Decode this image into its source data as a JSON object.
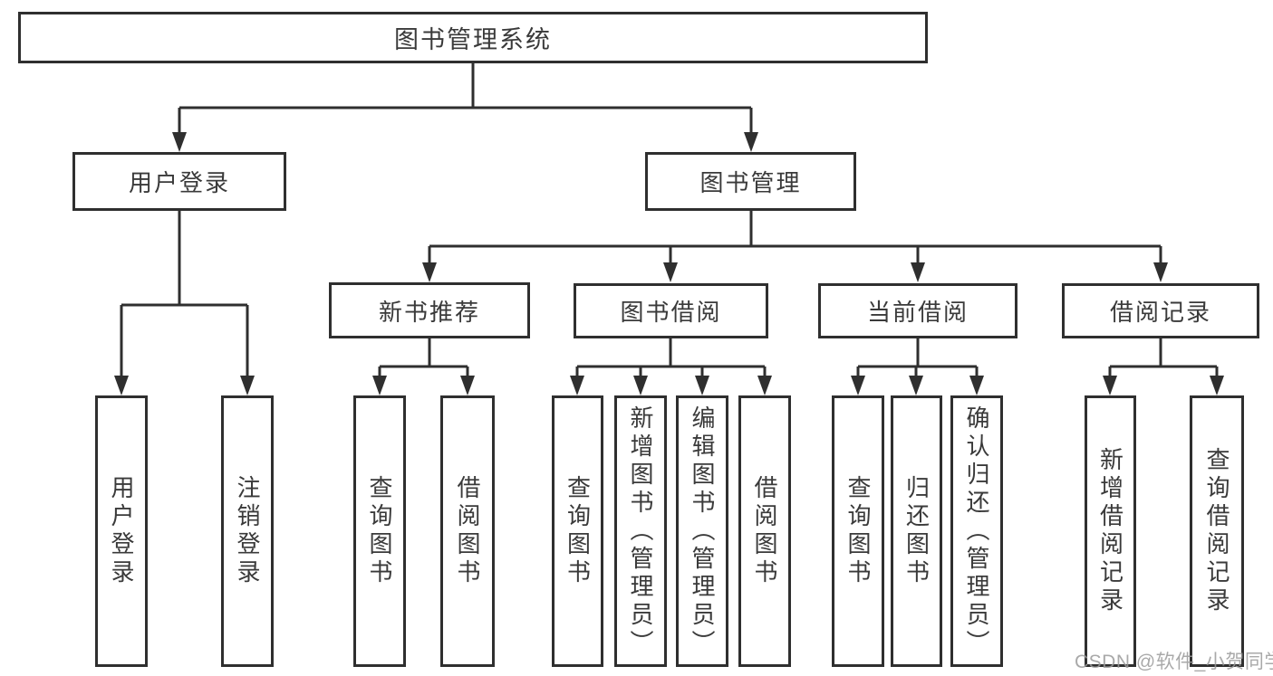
{
  "tree": {
    "root": {
      "label": "图书管理系统"
    },
    "level2": [
      {
        "label": "用户登录"
      },
      {
        "label": "图书管理"
      }
    ],
    "level3": [
      {
        "label": "新书推荐"
      },
      {
        "label": "图书借阅"
      },
      {
        "label": "当前借阅"
      },
      {
        "label": "借阅记录"
      }
    ],
    "leaves": {
      "user_login": [
        "用户登录",
        "注销登录"
      ],
      "new_books": [
        "查询图书",
        "借阅图书"
      ],
      "book_borrow": [
        "查询图书",
        "新增图书（管理员）",
        "编辑图书（管理员）",
        "借阅图书"
      ],
      "current_borrow": [
        "查询图书",
        "归还图书",
        "确认归还（管理员）"
      ],
      "borrow_records": [
        "新增借阅记录",
        "查询借阅记录"
      ]
    }
  },
  "watermark": "CSDN @软件_小贺同学",
  "colors": {
    "line": "#2f2f2f",
    "text": "#3a3a3a",
    "watermark": "#9b9b9b"
  }
}
